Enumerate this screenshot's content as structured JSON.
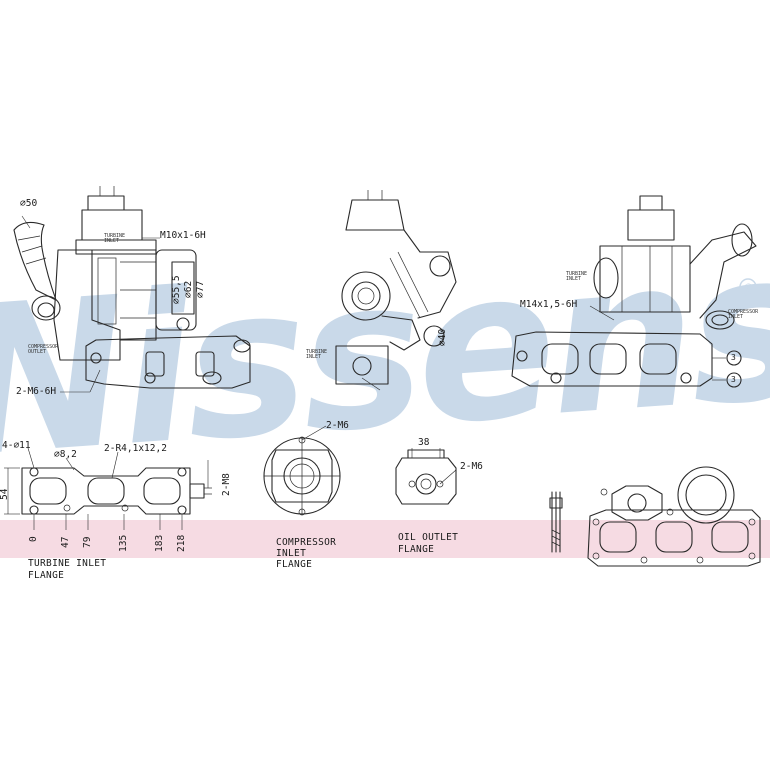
{
  "watermark": {
    "brand": "Nissens",
    "registered_mark": "®",
    "color": "#c9d9e9"
  },
  "accent_band_color": "#f6dbe3",
  "top_views": {
    "left": {
      "inlet_diameter": "⌀50",
      "thread_label": "M10x1-6H",
      "diameters": [
        "⌀55,5",
        "⌀62",
        "⌀77"
      ],
      "stud_label": "2-M6-6H",
      "small_labels": [
        "COMPRESSOR OUTLET",
        "TURBINE INLET"
      ]
    },
    "center": {
      "diameter": "⌀40",
      "small_labels": [
        "TURBINE INLET"
      ]
    },
    "right": {
      "thread_label": "M14x1,5-6H",
      "small_labels": [
        "TURBINE INLET",
        "COMPRESSOR INLET"
      ],
      "callout_3": "3"
    }
  },
  "bottom_views": {
    "turbine_inlet_flange": {
      "hole_label": "4-⌀11",
      "bore_label": "⌀8,2",
      "slot_label": "2-R4,1x12,2",
      "height": "54",
      "side_thread": "2-M8",
      "x_dims": [
        "0",
        "47",
        "79",
        "135",
        "183",
        "218"
      ],
      "caption_line1": "TURBINE INLET",
      "caption_line2": "FLANGE"
    },
    "compressor_inlet_flange": {
      "thread_label": "2-M6",
      "caption_line1": "COMPRESSOR",
      "caption_line2": "INLET",
      "caption_line3": "FLANGE"
    },
    "oil_outlet_flange": {
      "spacing": "38",
      "thread_label": "2-M6",
      "caption_line1": "OIL OUTLET",
      "caption_line2": "FLANGE"
    }
  }
}
